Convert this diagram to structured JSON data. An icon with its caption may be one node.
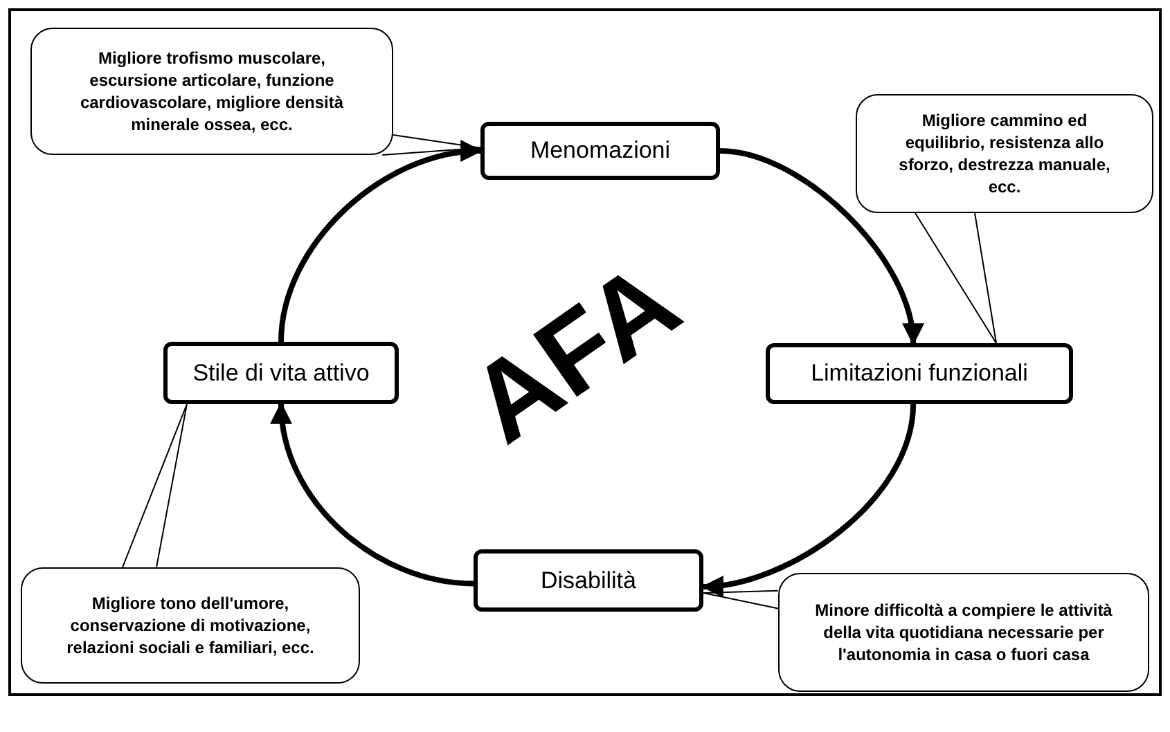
{
  "diagram": {
    "nodes": [
      {
        "text": [
          "Migliore trofismo muscolare, escursione articolare, funzione cardiovascolare, migliore densità minerale ossea, ecc."
        ]
      },
      {
        "text": [
          "Menomazioni"
        ]
      },
      {
        "text": [
          "Migliore cammino ed equilibrio, resistenza allo sforzo, destrezza manuale, ecc."
        ]
      },
      {
        "text": [
          "Stile di vita attivo"
        ]
      },
      {
        "text": [
          "Limitazioni funzionali"
        ]
      },
      {
        "text": [
          "Disabilità"
        ]
      },
      {
        "text": [
          "Migliore tono dell'umore, conservazione di motivazione, relazioni sociali e familiari, ecc."
        ]
      },
      {
        "text": [
          "Minore difficoltà a compiere le attività della vita quotidiana necessarie per l'autonomia in casa o fuori casa"
        ]
      }
    ],
    "edges": [
      {
        "from": 1,
        "to": 4,
        "arrow": "to",
        "style": "thick"
      },
      {
        "from": 4,
        "to": 5,
        "arrow": "to",
        "style": "thick"
      },
      {
        "from": 5,
        "to": 3,
        "arrow": "to",
        "style": "thick"
      },
      {
        "from": 3,
        "to": 1,
        "arrow": "to",
        "style": "thick"
      },
      {
        "from": 0,
        "to": 1,
        "arrow": "none"
      },
      {
        "from": 2,
        "to": 4,
        "arrow": "none"
      },
      {
        "from": 6,
        "to": 3,
        "arrow": "none"
      },
      {
        "from": 7,
        "to": 5,
        "arrow": "none"
      }
    ],
    "labels": [
      "AFA"
    ]
  }
}
